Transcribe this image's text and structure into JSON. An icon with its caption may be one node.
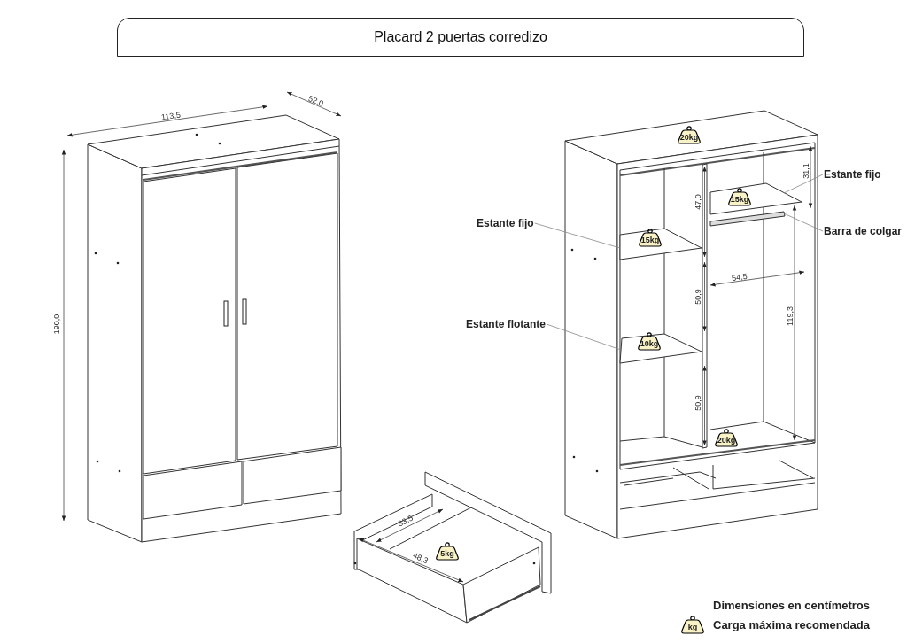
{
  "diagram": {
    "title": "Placard 2 puertas corredizo",
    "nodes": [
      {
        "text": [
          "Estante fijo"
        ]
      },
      {
        "text": [],
        "shape": "box"
      },
      {
        "text": [
          "Estante fijo"
        ]
      },
      {
        "text": [],
        "shape": "box"
      },
      {
        "text": [
          "Barra de colgar"
        ]
      },
      {
        "text": [],
        "shape": "bar"
      },
      {
        "text": [
          "Estante flotante"
        ]
      },
      {
        "text": [],
        "shape": "box"
      }
    ],
    "edges": [
      {
        "from": 0,
        "to": 1,
        "arrow": "none"
      },
      {
        "from": 2,
        "to": 3,
        "arrow": "none"
      },
      {
        "from": 4,
        "to": 5,
        "arrow": "none"
      },
      {
        "from": 6,
        "to": 7,
        "arrow": "none"
      }
    ],
    "labels": [
      "113,5",
      "52,0",
      "20kg",
      "31,1",
      "15kg",
      "47,0",
      "15kg",
      "54,5",
      "50,9",
      "119,3",
      "190,0",
      "10kg",
      "50,9",
      "20kg",
      "33,5",
      "5kg",
      "48,3",
      "Dimensiones en centímetros",
      "kg"
    ],
    "legend": [
      {
        "text": "Carga máxima recomendada"
      }
    ]
  }
}
